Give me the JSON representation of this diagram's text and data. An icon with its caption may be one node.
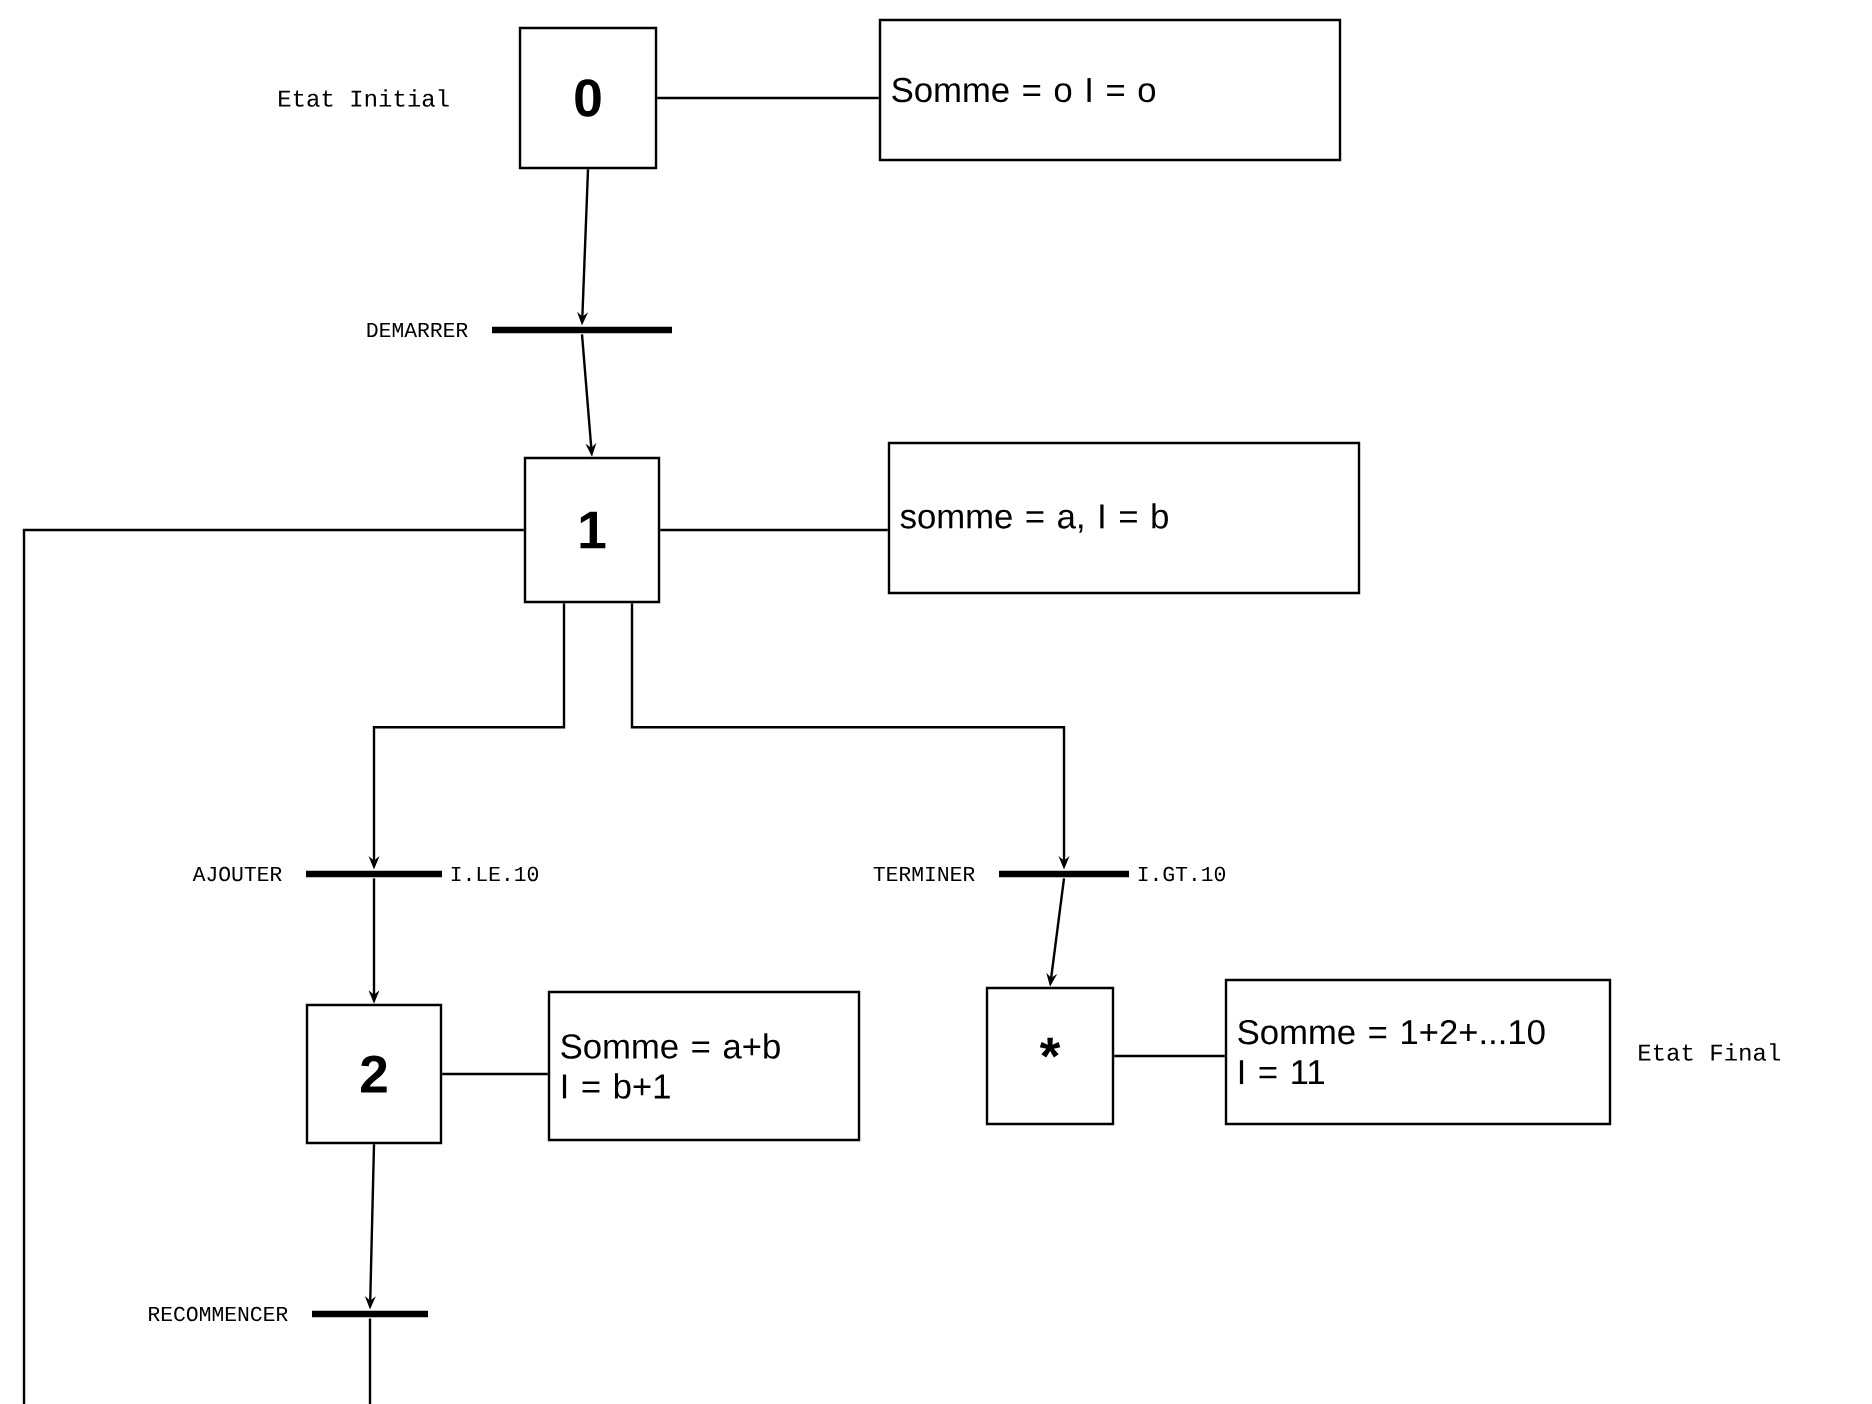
{
  "diagram": {
    "nodes": [
      {
        "text": [
          "0"
        ],
        "beside": [
          "Etat Initial"
        ]
      },
      {
        "text": [
          "Somme = o I = o"
        ]
      },
      {
        "text": [
          "DEMARRER"
        ]
      },
      {
        "text": [
          "1"
        ]
      },
      {
        "text": [
          "somme = a, I = b"
        ]
      },
      {
        "text": [
          "AJOUTER",
          "I.LE.10"
        ]
      },
      {
        "text": [
          "TERMINER",
          "I.GT.10"
        ]
      },
      {
        "text": [
          "2"
        ]
      },
      {
        "text": [
          "Somme = a+b",
          "I = b+1"
        ]
      },
      {
        "text": [
          "*"
        ]
      },
      {
        "text": [
          "Somme = 1+2+...10",
          "I = 11"
        ],
        "beside": [
          "Etat Final"
        ]
      },
      {
        "text": [
          "RECOMMENCER"
        ]
      }
    ],
    "edges": [
      {
        "from": 0,
        "to": 2,
        "arrow": "to"
      },
      {
        "from": 2,
        "to": 3,
        "arrow": "to"
      },
      {
        "from": 0,
        "to": 1,
        "arrow": "none"
      },
      {
        "from": 3,
        "to": 4,
        "arrow": "none"
      },
      {
        "from": 3,
        "to": 5,
        "arrow": "to"
      },
      {
        "from": 5,
        "to": 7,
        "arrow": "to"
      },
      {
        "from": 3,
        "to": 6,
        "arrow": "to"
      },
      {
        "from": 6,
        "to": 9,
        "arrow": "to"
      },
      {
        "from": 7,
        "to": 8,
        "arrow": "none"
      },
      {
        "from": 9,
        "to": 10,
        "arrow": "none"
      },
      {
        "from": 7,
        "to": 11,
        "arrow": "to"
      },
      {
        "from": 11,
        "to": null,
        "arrow": "none"
      },
      {
        "from": null,
        "to": 3,
        "arrow": "none"
      }
    ]
  }
}
